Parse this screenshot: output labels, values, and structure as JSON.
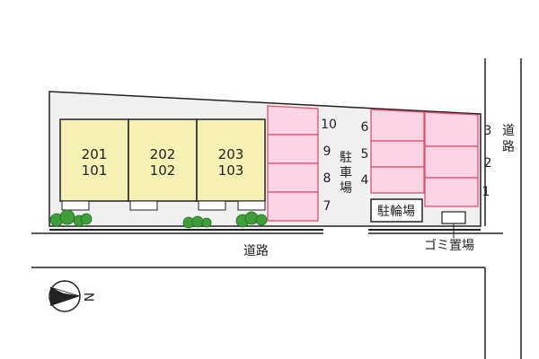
{
  "roads": {
    "south_label": "道路",
    "east_label_chars": [
      "道",
      "路"
    ]
  },
  "buildings": [
    {
      "top": "201",
      "bottom": "101",
      "color": "#f5f0b4"
    },
    {
      "top": "202",
      "bottom": "102",
      "color": "#f5f0b4"
    },
    {
      "top": "203",
      "bottom": "103",
      "color": "#f5f0b4"
    }
  ],
  "parking": {
    "label_chars": [
      "駐",
      "車",
      "場"
    ],
    "stall_color": "#fcd4e4",
    "stall_stroke": "#e05070",
    "left_column": [
      "10",
      "9",
      "8",
      "7"
    ],
    "middle_column": [
      "6",
      "5",
      "4"
    ],
    "right_column": [
      "3",
      "2",
      "1"
    ]
  },
  "bicycle_parking": {
    "label": "駐輪場"
  },
  "garbage": {
    "label": "ゴミ置場"
  },
  "compass": {
    "north_symbol": "N"
  },
  "colors": {
    "site": "#f0f0f0",
    "shrub": "#3f9e3a"
  }
}
